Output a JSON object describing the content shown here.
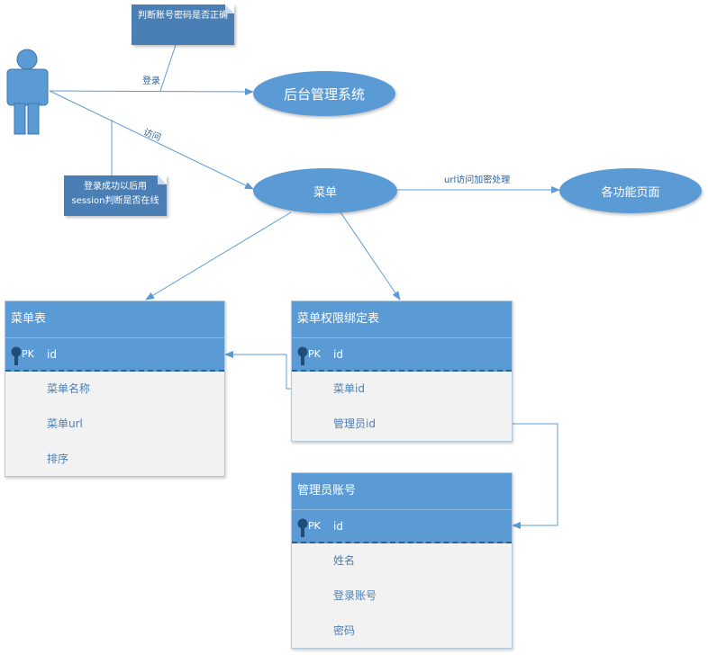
{
  "notes": {
    "login_check": "判断账号密码是否正确",
    "session_check": "登录成功以后用session判断是否在线"
  },
  "nodes": {
    "admin_system": "后台管理系统",
    "menu": "菜单",
    "function_pages": "各功能页面"
  },
  "edges": {
    "login": "登录",
    "visit": "访问",
    "url_encrypt": "url访问加密处理"
  },
  "tables": {
    "menu_table": {
      "title": "菜单表",
      "pk_tag": "PK",
      "pk_field": "id",
      "fields": [
        "菜单名称",
        "菜单url",
        "排序"
      ]
    },
    "menu_perm_table": {
      "title": "菜单权限绑定表",
      "pk_tag": "PK",
      "pk_field": "id",
      "fields": [
        "菜单id",
        "管理员id"
      ]
    },
    "admin_account_table": {
      "title": "管理员账号",
      "pk_tag": "PK",
      "pk_field": "id",
      "fields": [
        "姓名",
        "登录账号",
        "密码"
      ]
    }
  },
  "colors": {
    "node_fill": "#5b9bd5",
    "note_fill": "#4a7fb5",
    "edge": "#5b9bd5",
    "field_text": "#4a7fb5"
  }
}
